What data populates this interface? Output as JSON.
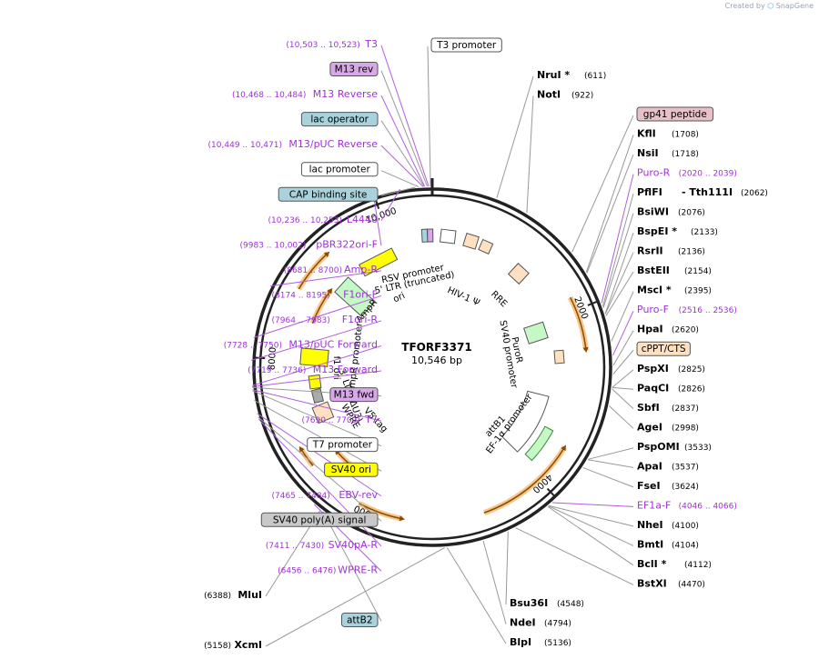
{
  "credit": {
    "prefix": "Created by",
    "brand": "SnapGene"
  },
  "plasmid": {
    "name": "TFORF3371",
    "length_label": "10,546 bp",
    "length": 10546
  },
  "colors": {
    "backbone": "#222222",
    "feature_line": "#999999",
    "primer": "#a030d8",
    "primer_line": "#b45ce0",
    "arrow_orange_fill": "#f7c68a",
    "arrow_orange_stroke": "#8a4a00",
    "amp_fill": "#c6f7c6",
    "ori_fill": "#ffff00",
    "promoter_fill": "#ffffff",
    "ltr_fill": "#ffe0c0"
  },
  "scale": [
    {
      "label": "2000",
      "bp": 2000
    },
    {
      "label": "4000",
      "bp": 4000
    },
    {
      "label": "6000",
      "bp": 6000
    },
    {
      "label": "8000",
      "bp": 8000
    },
    {
      "label": "10,000",
      "bp": 10000
    }
  ],
  "labels_left": [
    {
      "coords": "(10,503 .. 10,523)",
      "name": "T3",
      "kind": "primer",
      "bp": 10513
    },
    {
      "name": "M13 rev",
      "kind": "box",
      "fill": "#d8a8e8",
      "bp": 10500
    },
    {
      "coords": "(10,468 .. 10,484)",
      "name": "M13 Reverse",
      "kind": "primer",
      "bp": 10476
    },
    {
      "name": "lac operator",
      "kind": "box",
      "fill": "#a8d2dc",
      "bp": 10470
    },
    {
      "coords": "(10,449 .. 10,471)",
      "name": "M13/pUC Reverse",
      "kind": "primer",
      "bp": 10460
    },
    {
      "name": "lac promoter",
      "kind": "box",
      "fill": "#ffffff",
      "bp": 10420
    },
    {
      "name": "CAP binding site",
      "kind": "box",
      "fill": "#a8d2dc",
      "bp": 10390
    },
    {
      "coords": "(10,236 .. 10,253)",
      "name": "L4440",
      "kind": "primer",
      "bp": 10245
    },
    {
      "coords": "(9983 .. 10,002)",
      "name": "pBR322ori-F",
      "kind": "primer",
      "bp": 9993
    },
    {
      "coords": "(8681 .. 8700)",
      "name": "Amp-R",
      "kind": "primer",
      "bp": 8690
    },
    {
      "coords": "(8174 .. 8195)",
      "name": "F1ori-F",
      "kind": "primer",
      "bp": 8185
    },
    {
      "coords": "(7964 .. 7983)",
      "name": "F1ori-R",
      "kind": "primer",
      "bp": 7973
    },
    {
      "coords": "(7728 .. 7750)",
      "name": "M13/pUC Forward",
      "kind": "primer",
      "bp": 7739
    },
    {
      "coords": "(7719 .. 7736)",
      "name": "M13 Forward",
      "kind": "primer",
      "bp": 7728
    },
    {
      "name": "M13 fwd",
      "kind": "box",
      "fill": "#d8a8e8",
      "bp": 7720
    },
    {
      "coords": "(7690 .. 7709)",
      "name": "T7",
      "kind": "primer",
      "bp": 7700
    },
    {
      "name": "T7 promoter",
      "kind": "box",
      "fill": "#ffffff",
      "bp": 7690
    },
    {
      "name": "SV40 ori",
      "kind": "box",
      "fill": "#ffff00",
      "bp": 7600
    },
    {
      "coords": "(7465 .. 7484)",
      "name": "EBV-rev",
      "kind": "primer",
      "bp": 7475
    },
    {
      "name": "SV40 poly(A) signal",
      "kind": "box",
      "fill": "#c8c8c8",
      "bp": 7440
    },
    {
      "coords": "(7411 .. 7430)",
      "name": "SV40pA-R",
      "kind": "primer",
      "bp": 7420
    },
    {
      "coords": "(6456 .. 6476)",
      "name": "WPRE-R",
      "kind": "primer",
      "bp": 6466
    },
    {
      "name": "MluI",
      "pos": "(6388)",
      "kind": "site",
      "bp": 6388
    },
    {
      "name": "attB2",
      "kind": "box",
      "fill": "#a8d2dc",
      "bp": 6360
    },
    {
      "name": "XcmI",
      "pos": "(5158)",
      "kind": "site",
      "bp": 5158
    }
  ],
  "labels_top": [
    {
      "name": "T3 promoter",
      "kind": "box",
      "fill": "#ffffff",
      "bp": 10530
    }
  ],
  "labels_right": [
    {
      "name": "NruI *",
      "pos": "(611)",
      "kind": "site",
      "bp": 611
    },
    {
      "name": "NotI",
      "pos": "(922)",
      "kind": "site",
      "bp": 922
    },
    {
      "name": "gp41 peptide",
      "kind": "box",
      "fill": "#e8c0c8",
      "bp": 1480
    },
    {
      "name": "KflI",
      "pos": "(1708)",
      "kind": "site",
      "bp": 1708
    },
    {
      "name": "NsiI",
      "pos": "(1718)",
      "kind": "site",
      "bp": 1718
    },
    {
      "name": "Puro-R",
      "coords": "(2020 .. 2039)",
      "kind": "primer",
      "bp": 2030
    },
    {
      "name": "PflFI",
      "name2": "Tth111I",
      "pos": "(2062)",
      "kind": "site2",
      "bp": 2062
    },
    {
      "name": "BsiWI",
      "pos": "(2076)",
      "kind": "site",
      "bp": 2076
    },
    {
      "name": "BspEI *",
      "pos": "(2133)",
      "kind": "site",
      "bp": 2133
    },
    {
      "name": "RsrII",
      "pos": "(2136)",
      "kind": "site",
      "bp": 2136
    },
    {
      "name": "BstEII",
      "pos": "(2154)",
      "kind": "site",
      "bp": 2154
    },
    {
      "name": "MscI *",
      "pos": "(2395)",
      "kind": "site",
      "bp": 2395
    },
    {
      "name": "Puro-F",
      "coords": "(2516 .. 2536)",
      "kind": "primer",
      "bp": 2526
    },
    {
      "name": "HpaI",
      "pos": "(2620)",
      "kind": "site",
      "bp": 2620
    },
    {
      "name": "cPPT/CTS",
      "kind": "box",
      "fill": "#ffe0c0",
      "bp": 2700
    },
    {
      "name": "PspXI",
      "pos": "(2825)",
      "kind": "site",
      "bp": 2825
    },
    {
      "name": "PaqCI",
      "pos": "(2826)",
      "kind": "site",
      "bp": 2826
    },
    {
      "name": "SbfI",
      "pos": "(2837)",
      "kind": "site",
      "bp": 2837
    },
    {
      "name": "AgeI",
      "pos": "(2998)",
      "kind": "site",
      "bp": 2998
    },
    {
      "name": "PspOMI",
      "pos": "(3533)",
      "kind": "site",
      "bp": 3533
    },
    {
      "name": "ApaI",
      "pos": "(3537)",
      "kind": "site",
      "bp": 3537
    },
    {
      "name": "FseI",
      "pos": "(3624)",
      "kind": "site",
      "bp": 3624
    },
    {
      "name": "EF1a-F",
      "coords": "(4046 .. 4066)",
      "kind": "primer",
      "bp": 4056
    },
    {
      "name": "NheI",
      "pos": "(4100)",
      "kind": "site",
      "bp": 4100
    },
    {
      "name": "BmtI",
      "pos": "(4104)",
      "kind": "site",
      "bp": 4104
    },
    {
      "name": "BclI *",
      "pos": "(4112)",
      "kind": "site",
      "bp": 4112
    },
    {
      "name": "BstXI",
      "pos": "(4470)",
      "kind": "site",
      "bp": 4470
    },
    {
      "name": "Bsu36I",
      "pos": "(4548)",
      "kind": "site",
      "bp": 4548
    },
    {
      "name": "NdeI",
      "pos": "(4794)",
      "kind": "site",
      "bp": 4794
    },
    {
      "name": "BlpI",
      "pos": "(5136)",
      "kind": "site",
      "bp": 5136
    }
  ],
  "inner_labels": [
    {
      "text": "RSV promoter",
      "bp": 10200
    },
    {
      "text": "5' LTR (truncated)",
      "bp": 10200
    },
    {
      "text": "HIV-1 Ψ",
      "bp": 700
    },
    {
      "text": "RRE",
      "bp": 1300
    },
    {
      "text": "PuroR",
      "bp": 2300
    },
    {
      "text": "SV40 promoter",
      "bp": 2350
    },
    {
      "text": "EF-1α promoter",
      "bp": 3700
    },
    {
      "text": "attB1",
      "bp": 3900
    },
    {
      "text": "V5 tag",
      "bp": 6650
    },
    {
      "text": "WPRE",
      "bp": 7000
    },
    {
      "text": "3' LTR (ΔU3)",
      "bp": 7350
    },
    {
      "text": "AmpR promoter",
      "bp": 8100
    },
    {
      "text": "f1 ori",
      "bp": 7900
    },
    {
      "text": "AmpR",
      "bp": 9100
    },
    {
      "text": "ori",
      "bp": 9800
    }
  ]
}
